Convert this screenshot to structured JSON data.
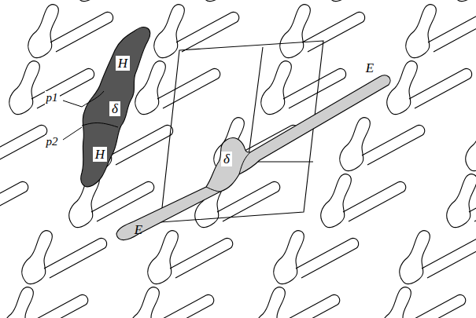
{
  "diagram": {
    "labels": [
      "H",
      "p1",
      "δ",
      "p2",
      "H",
      "δ",
      "E",
      "E"
    ]
  }
}
